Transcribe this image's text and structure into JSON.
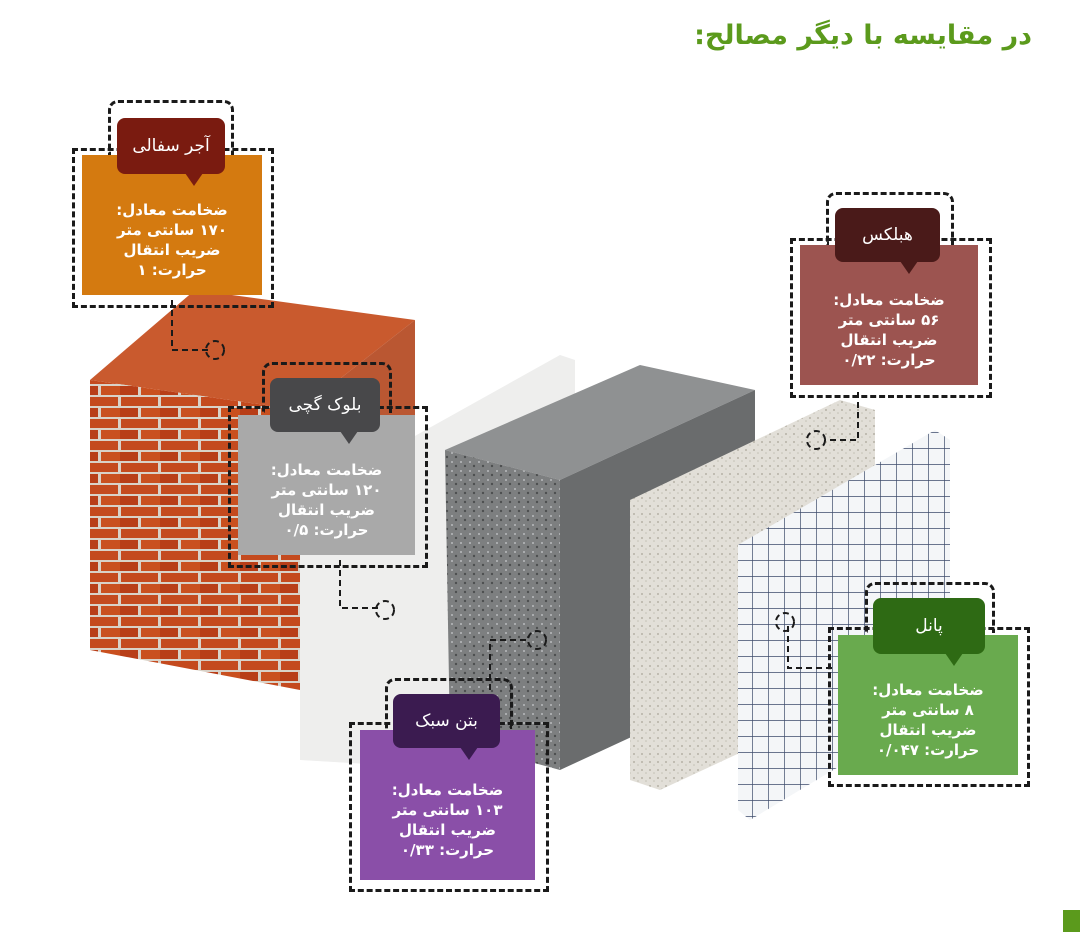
{
  "title": "در مقایسه با دیگر مصالح:",
  "materials": [
    {
      "name": "آجر سفالی",
      "line1": "ضخامت معادل:",
      "line2": "۱۷۰ سانتی متر",
      "line3": "ضریب انتقال",
      "line4": "حرارت: ۱",
      "tab_color": "#7a1b10",
      "box_color": "#d47a10"
    },
    {
      "name": "هبلکس",
      "line1": "ضخامت معادل:",
      "line2": "۵۶ سانتی متر",
      "line3": "ضریب انتقال",
      "line4": "حرارت: ۰/۲۲",
      "tab_color": "#4a1a19",
      "box_color": "#9c5450"
    },
    {
      "name": "بلوک گچی",
      "line1": "ضخامت معادل:",
      "line2": "۱۲۰ سانتی متر",
      "line3": "ضریب انتقال",
      "line4": "حرارت: ۰/۵",
      "tab_color": "#48484a",
      "box_color": "#a9a9a9"
    },
    {
      "name": "پانل",
      "line1": "ضخامت معادل:",
      "line2": "۸ سانتی متر",
      "line3": "ضریب انتقال",
      "line4": "حرارت: ۰/۰۴۷",
      "tab_color": "#2e6a14",
      "box_color": "#69aa4e"
    },
    {
      "name": "بتن سبک",
      "line1": "ضخامت معادل:",
      "line2": "۱۰۳ سانتی متر",
      "line3": "ضریب انتقال",
      "line4": "حرارت: ۰/۳۳",
      "tab_color": "#3b1b50",
      "box_color": "#8a4fa8"
    }
  ]
}
